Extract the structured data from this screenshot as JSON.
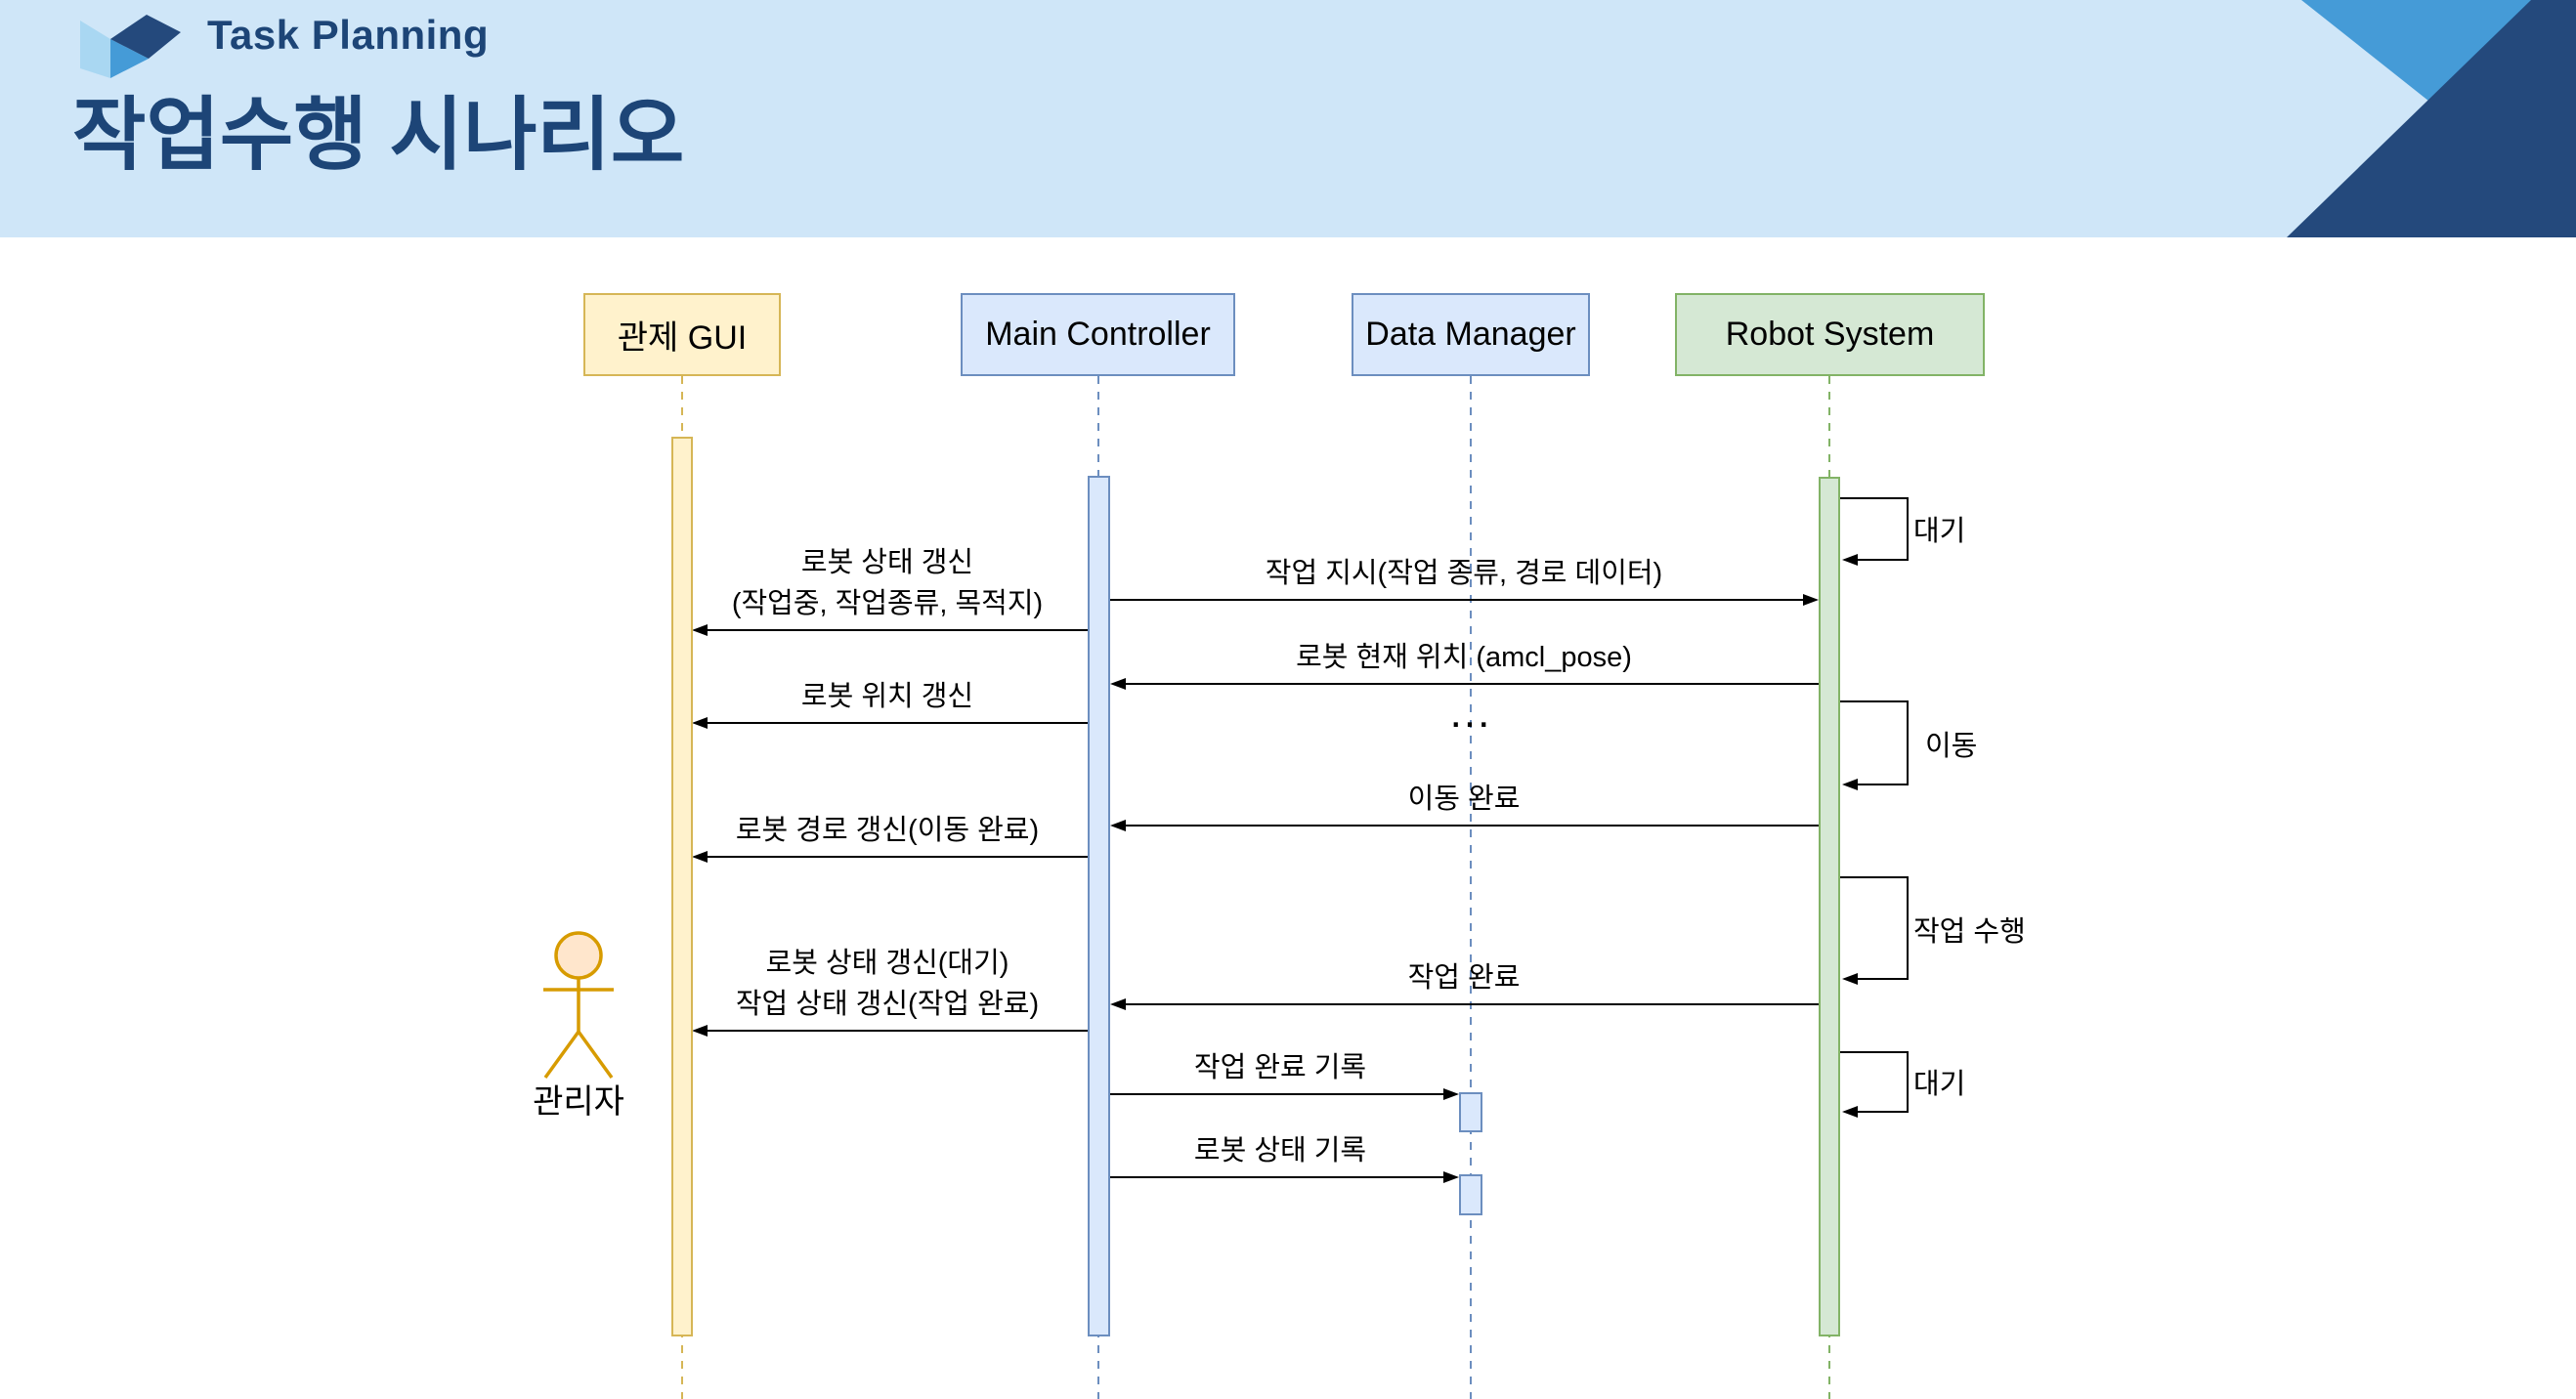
{
  "header": {
    "brand": "Task Planning",
    "title": "작업수행 시나리오",
    "colors": {
      "band_bg": "#cfe6f8",
      "text": "#1d4577",
      "logo_dark": "#24497c",
      "logo_mid": "#459bd7",
      "logo_light": "#a9d7f2"
    }
  },
  "actor": {
    "label": "관리자",
    "stroke": "#d79b00",
    "head_fill": "#ffe6cc"
  },
  "participants": [
    {
      "id": "gui",
      "label": "관제 GUI",
      "fill": "#fff2cc",
      "border": "#d6b656"
    },
    {
      "id": "main-controller",
      "label": "Main Controller",
      "fill": "#dae8fc",
      "border": "#6c8ebf"
    },
    {
      "id": "data-manager",
      "label": "Data Manager",
      "fill": "#dae8fc",
      "border": "#6c8ebf"
    },
    {
      "id": "robot-system",
      "label": "Robot System",
      "fill": "#d5e8d4",
      "border": "#82b366"
    }
  ],
  "messages": [
    {
      "label": "작업 지시(작업 종류, 경로 데이터)",
      "from": "main-controller",
      "to": "robot-system"
    },
    {
      "line1": "로봇 상태 갱신",
      "line2": "(작업중, 작업종류, 목적지)",
      "from": "main-controller",
      "to": "gui"
    },
    {
      "label": "로봇 현재 위치 (amcl_pose)",
      "from": "robot-system",
      "to": "main-controller"
    },
    {
      "label": "로봇 위치 갱신",
      "from": "main-controller",
      "to": "gui"
    },
    {
      "label": "이동 완료",
      "from": "robot-system",
      "to": "main-controller"
    },
    {
      "label": "로봇 경로 갱신(이동 완료)",
      "from": "main-controller",
      "to": "gui"
    },
    {
      "label": "작업 완료",
      "from": "robot-system",
      "to": "main-controller"
    },
    {
      "line1": "로봇 상태 갱신(대기)",
      "line2": "작업 상태 갱신(작업 완료)",
      "from": "main-controller",
      "to": "gui"
    },
    {
      "label": "작업 완료 기록",
      "from": "main-controller",
      "to": "data-manager"
    },
    {
      "label": "로봇 상태 기록",
      "from": "main-controller",
      "to": "data-manager"
    }
  ],
  "self_messages": [
    {
      "label": "대기",
      "on": "robot-system"
    },
    {
      "label": "이동",
      "on": "robot-system"
    },
    {
      "label": "작업 수행",
      "on": "robot-system"
    },
    {
      "label": "대기",
      "on": "robot-system"
    }
  ],
  "ellipsis": "..."
}
